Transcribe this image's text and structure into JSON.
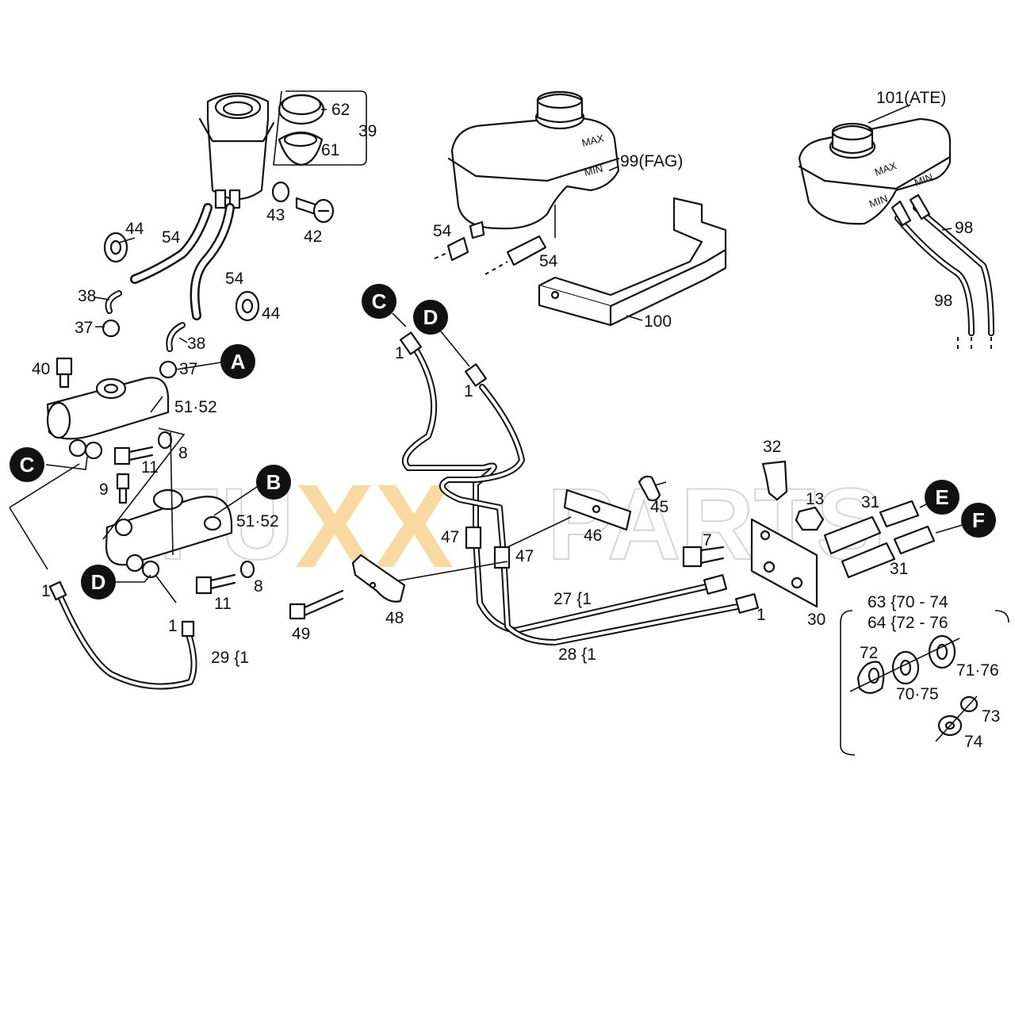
{
  "watermark": {
    "part1": "FU",
    "part2": "XX",
    "part3": "PARTS"
  },
  "connectors": [
    "A",
    "B",
    "C",
    "D",
    "E",
    "F"
  ],
  "labels": {
    "l62": "62",
    "l39": "39",
    "l61": "61",
    "l43": "43",
    "l42": "42",
    "l44a": "44",
    "l54a": "54",
    "l54b": "54",
    "l44b": "44",
    "l38a": "38",
    "l37a": "37",
    "l38b": "38",
    "l37b": "37",
    "l40": "40",
    "l51a": "51·52",
    "l11a": "11",
    "l8a": "8",
    "l9": "9",
    "l51b": "51·52",
    "l11b": "11",
    "l8b": "8",
    "l1a": "1",
    "l1b": "1",
    "l29": "29 {1",
    "l99": "99(FAG)",
    "l54c": "54",
    "l54d": "54",
    "l100": "100",
    "l101": "101(ATE)",
    "l98a": "98",
    "l98b": "98",
    "l1c": "1",
    "l1d": "1",
    "l47a": "47",
    "l47b": "47",
    "l45": "45",
    "l46": "46",
    "l48": "48",
    "l49": "49",
    "l32": "32",
    "l13": "13",
    "l31a": "31",
    "l31b": "31",
    "l7": "7",
    "l27": "27 {1",
    "l28": "28 {1",
    "l1e": "1",
    "l30": "30",
    "l63": "63 {70 - 74",
    "l64": "64 {72 - 76",
    "l72": "72",
    "l7176": "71·76",
    "l7075": "70·75",
    "l73": "73",
    "l74": "74"
  },
  "reservoir_marks": {
    "max": "MAX",
    "min": "MIN"
  }
}
